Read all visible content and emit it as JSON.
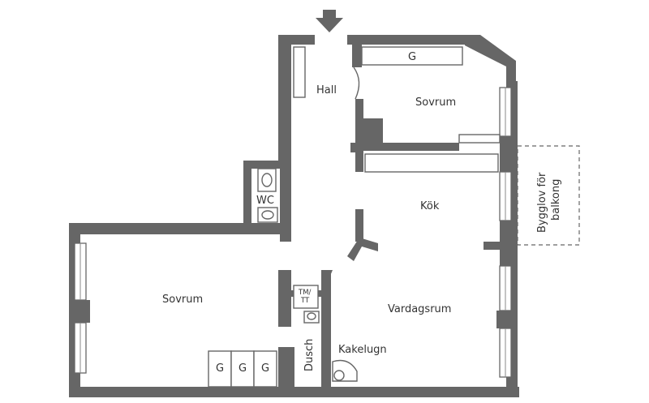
{
  "rooms": {
    "hall": "Hall",
    "sovrum_top": "Sovrum",
    "kok": "Kök",
    "wc": "WC",
    "sovrum_left": "Sovrum",
    "vardagsrum": "Vardagsrum",
    "kakelugn": "Kakelugn",
    "dusch": "Dusch",
    "tm_tt_top": "TM/",
    "tm_tt_bottom": "TT"
  },
  "closets": {
    "top": "G",
    "bottom": [
      "G",
      "G",
      "G"
    ]
  },
  "balcony": {
    "line1": "Bygglov för",
    "line2": "balkong"
  },
  "colors": {
    "wall": "#666666",
    "text": "#333333",
    "background": "#ffffff"
  }
}
